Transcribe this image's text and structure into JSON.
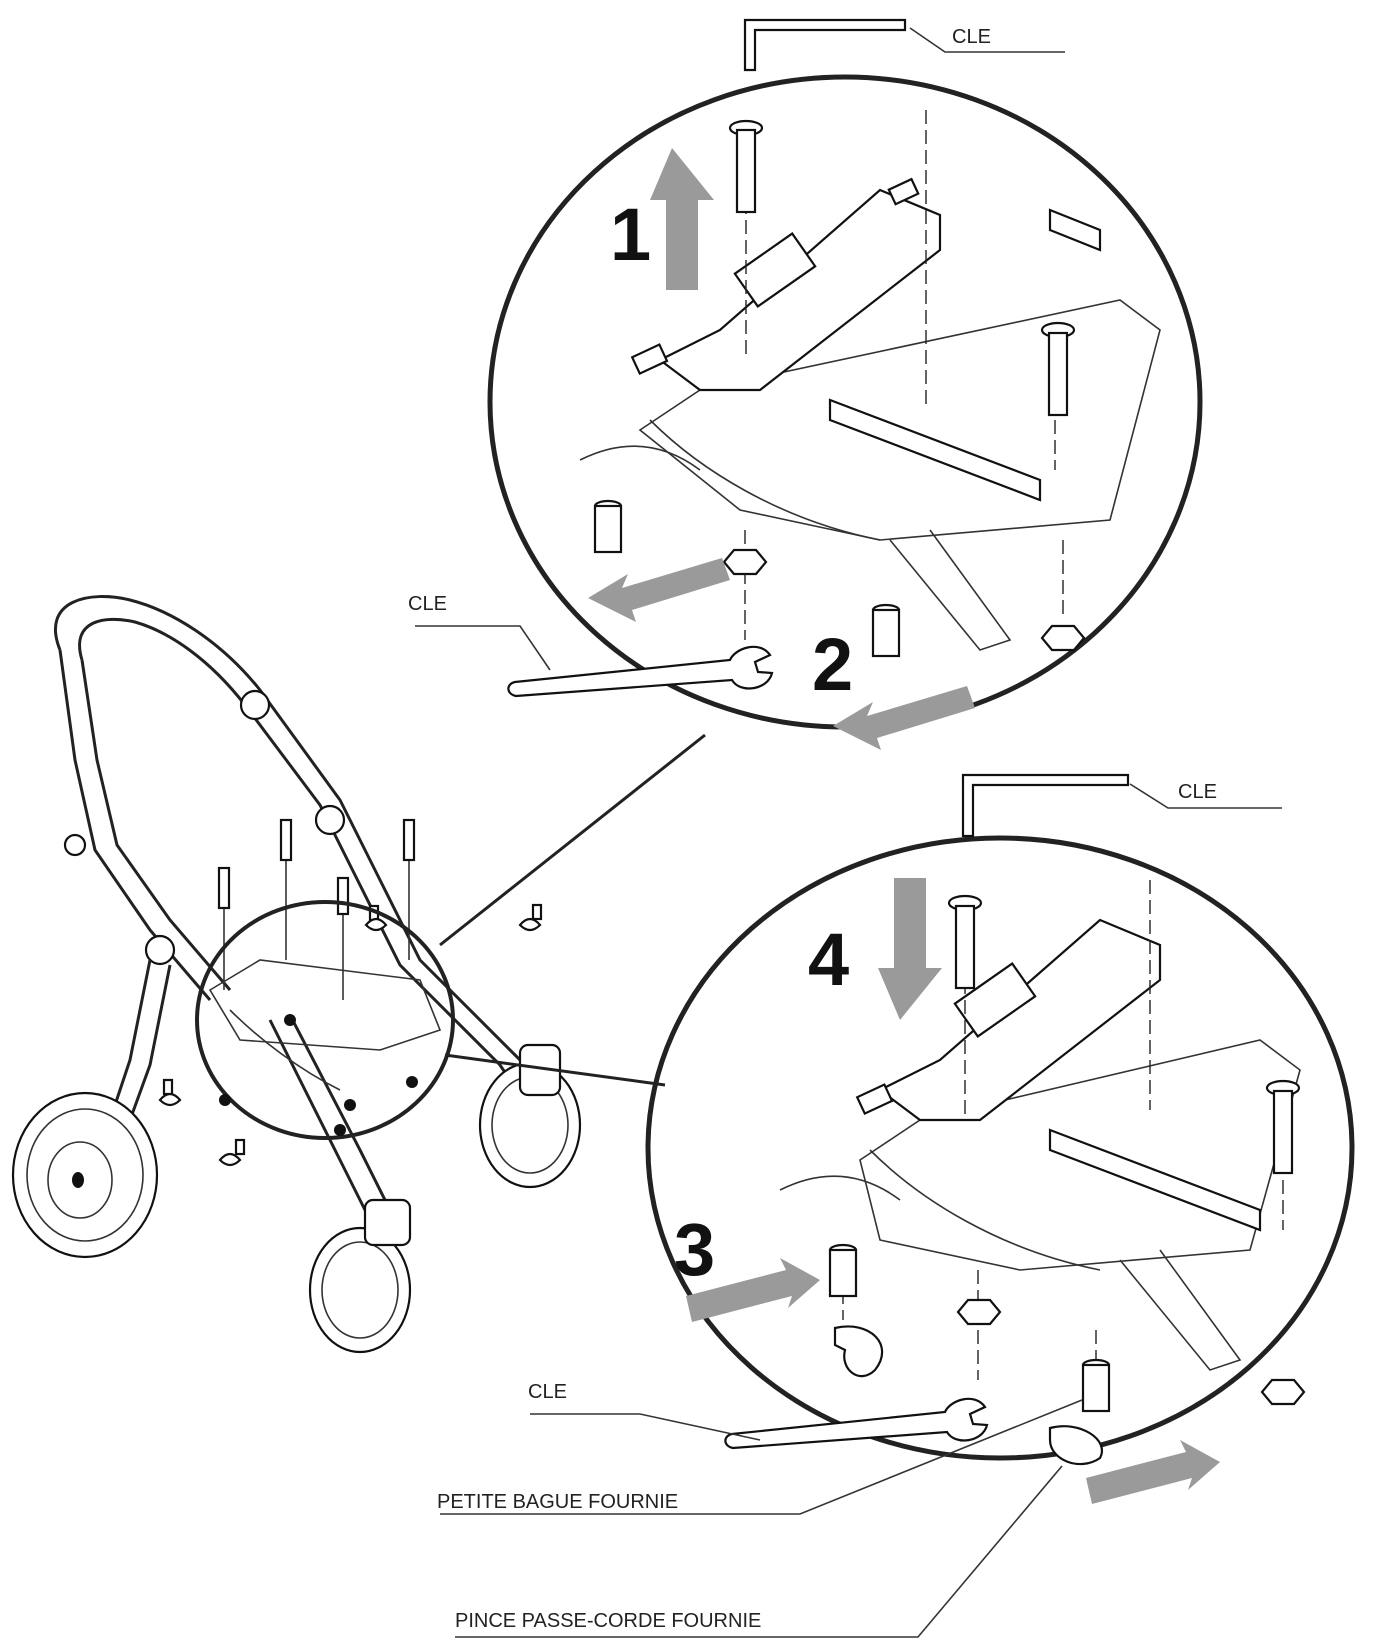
{
  "labels": {
    "cle_top": "CLE",
    "cle_middle": "CLE",
    "cle_lower_right": "CLE",
    "cle_bottom": "CLE",
    "petite_bague": "PETITE BAGUE FOURNIE",
    "pince": "PINCE PASSE-CORDE FOURNIE"
  },
  "steps": {
    "s1": "1",
    "s2": "2",
    "s3": "3",
    "s4": "4"
  },
  "colors": {
    "line": "#111111",
    "arrow": "#9a9a9a",
    "background": "#ffffff"
  }
}
